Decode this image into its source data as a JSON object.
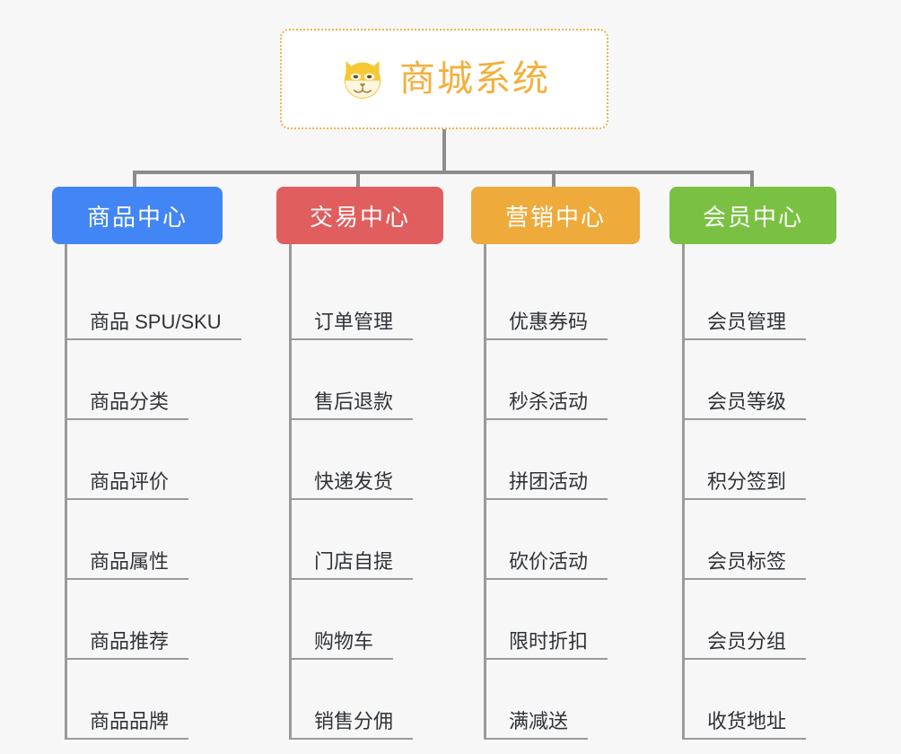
{
  "root": {
    "title": "商城系统",
    "icon": "shiba-dog-icon",
    "border_color": "#f0b24a",
    "text_color": "#f2b03c"
  },
  "canvas": {
    "background": "#f7f7f7",
    "connector_color": "#8c8c8c",
    "leaf_line_color": "#9a9a9a",
    "leaf_text_color": "#2f3338"
  },
  "branches": [
    {
      "label": "商品中心",
      "color": "#4285f4",
      "items": [
        {
          "label": "商品 SPU/SKU"
        },
        {
          "label": "商品分类"
        },
        {
          "label": "商品评价"
        },
        {
          "label": "商品属性"
        },
        {
          "label": "商品推荐"
        },
        {
          "label": "商品品牌"
        }
      ]
    },
    {
      "label": "交易中心",
      "color": "#e05e5e",
      "items": [
        {
          "label": "订单管理"
        },
        {
          "label": "售后退款"
        },
        {
          "label": "快递发货"
        },
        {
          "label": "门店自提"
        },
        {
          "label": "购物车"
        },
        {
          "label": "销售分佣"
        }
      ]
    },
    {
      "label": "营销中心",
      "color": "#eeab3c",
      "items": [
        {
          "label": "优惠券码"
        },
        {
          "label": "秒杀活动"
        },
        {
          "label": "拼团活动"
        },
        {
          "label": "砍价活动"
        },
        {
          "label": "限时折扣"
        },
        {
          "label": "满减送"
        }
      ]
    },
    {
      "label": "会员中心",
      "color": "#7ac143",
      "items": [
        {
          "label": "会员管理"
        },
        {
          "label": "会员等级"
        },
        {
          "label": "积分签到"
        },
        {
          "label": "会员标签"
        },
        {
          "label": "会员分组"
        },
        {
          "label": "收货地址"
        }
      ]
    }
  ]
}
